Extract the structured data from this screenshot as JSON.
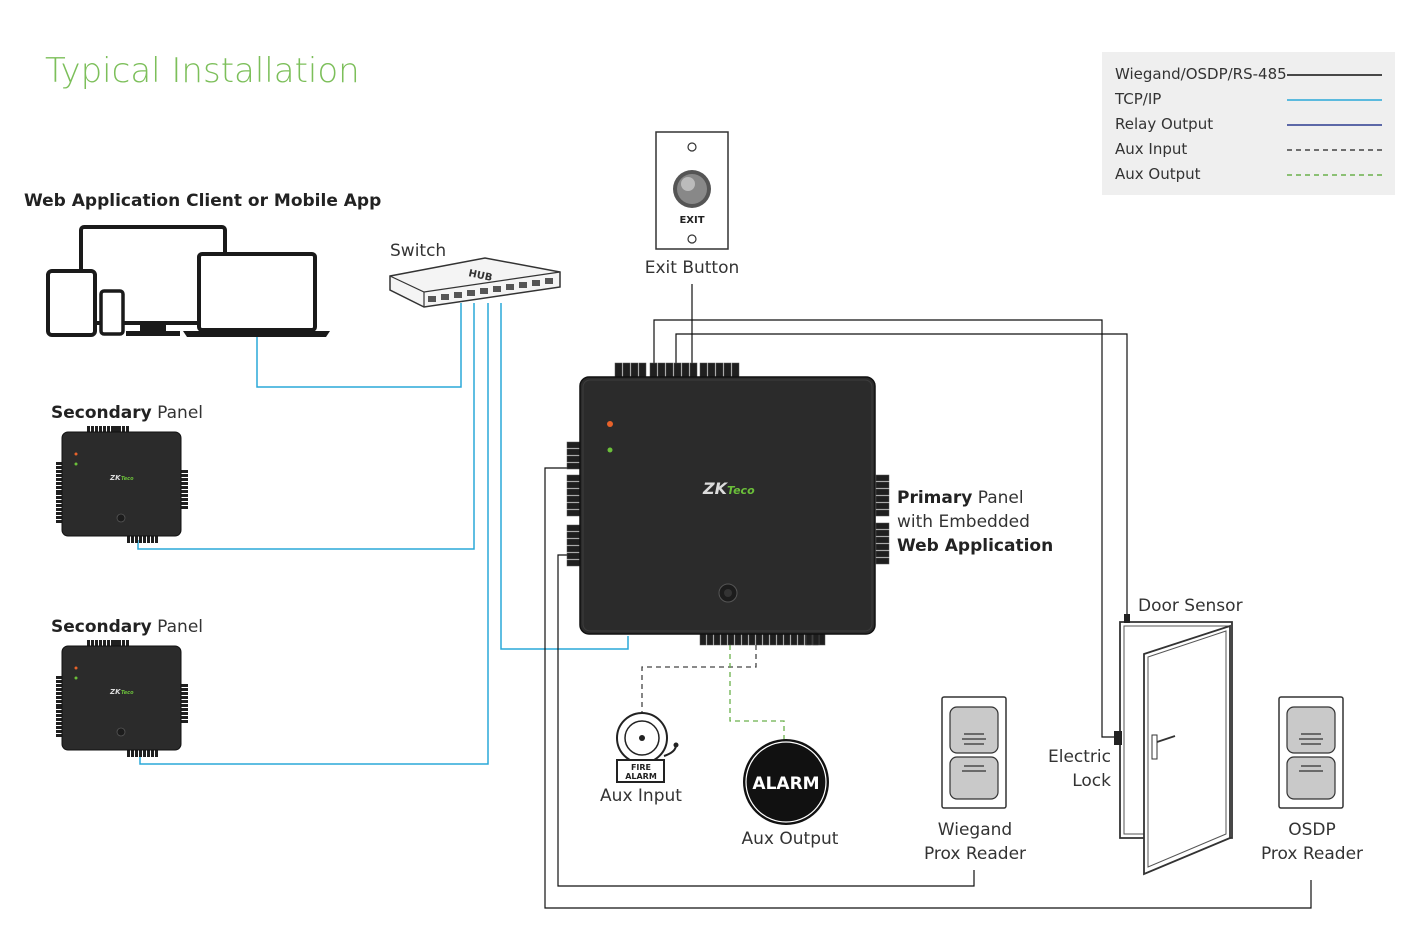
{
  "title": "Typical Installation",
  "colors": {
    "title": "#7cbf5a",
    "wiegand": "#111111",
    "tcpip": "#2aa8d8",
    "relay": "#2b3b8f",
    "aux_input": "#444444",
    "aux_output": "#6ab04c",
    "panel": "#2b2b2b",
    "logo_accent": "#6bbf3a"
  },
  "legend": [
    {
      "label": "Wiegand/OSDP/RS-485",
      "style": "solid",
      "color": "#111111"
    },
    {
      "label": "TCP/IP",
      "style": "solid",
      "color": "#2aa8d8"
    },
    {
      "label": "Relay Output",
      "style": "solid",
      "color": "#2b3b8f"
    },
    {
      "label": "Aux Input",
      "style": "dashed",
      "color": "#444444"
    },
    {
      "label": "Aux Output",
      "style": "dashed",
      "color": "#6ab04c"
    }
  ],
  "labels": {
    "web_client": "Web Application Client or Mobile App",
    "switch": "Switch",
    "hub": "HUB",
    "secondary_bold": "Secondary",
    "secondary_rest": " Panel",
    "exit_button": "Exit Button",
    "exit_text": "EXIT",
    "primary_bold": "Primary",
    "primary_rest": " Panel",
    "primary_line2": "with Embedded",
    "primary_line3": "Web Application",
    "door_sensor": "Door Sensor",
    "electric": "Electric",
    "lock": "Lock",
    "aux_input": "Aux Input",
    "aux_output": "Aux  Output",
    "fire_1": "FIRE",
    "fire_2": "ALARM",
    "alarm": "ALARM",
    "wiegand_1": "Wiegand",
    "wiegand_2": "Prox Reader",
    "osdp_1": "OSDP",
    "osdp_2": "Prox Reader"
  },
  "icons": {
    "devices": "monitor-tablet-phone-laptop-icon",
    "switch": "network-hub-icon",
    "exit": "exit-button-icon",
    "fire_alarm": "fire-bell-icon",
    "alarm": "alarm-siren-icon",
    "reader": "prox-reader-icon",
    "door": "door-icon",
    "logo": "zkteco-logo"
  }
}
